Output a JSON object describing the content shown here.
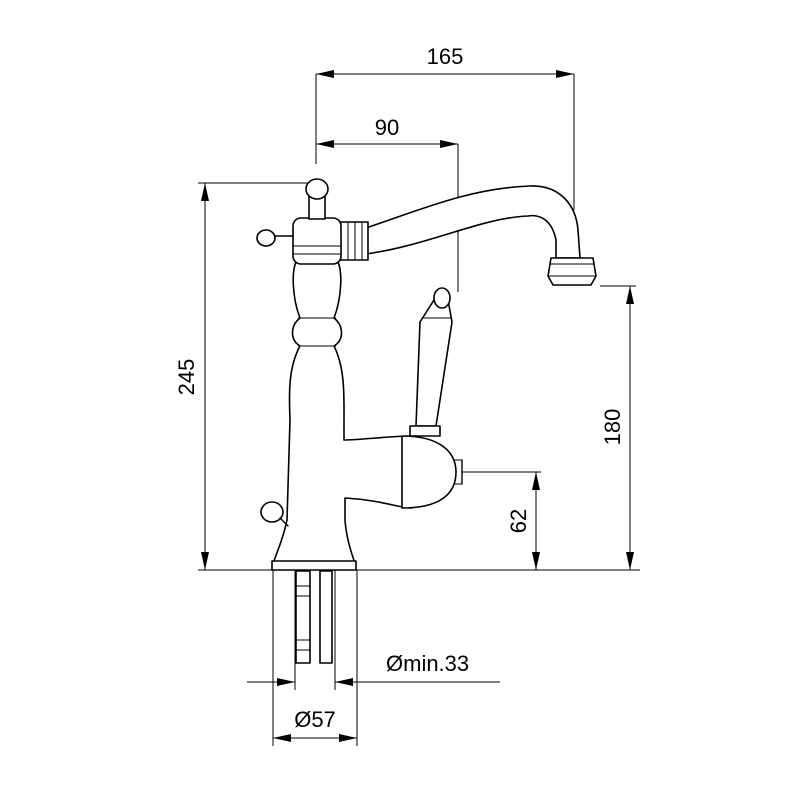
{
  "dimensions": {
    "spout_reach": "165",
    "lever_offset": "90",
    "total_height": "245",
    "spout_height": "180",
    "lever_height": "62",
    "hole_diameter": "Ømin.33",
    "base_diameter": "Ø57"
  },
  "colors": {
    "line": "#000000",
    "background": "#ffffff"
  }
}
